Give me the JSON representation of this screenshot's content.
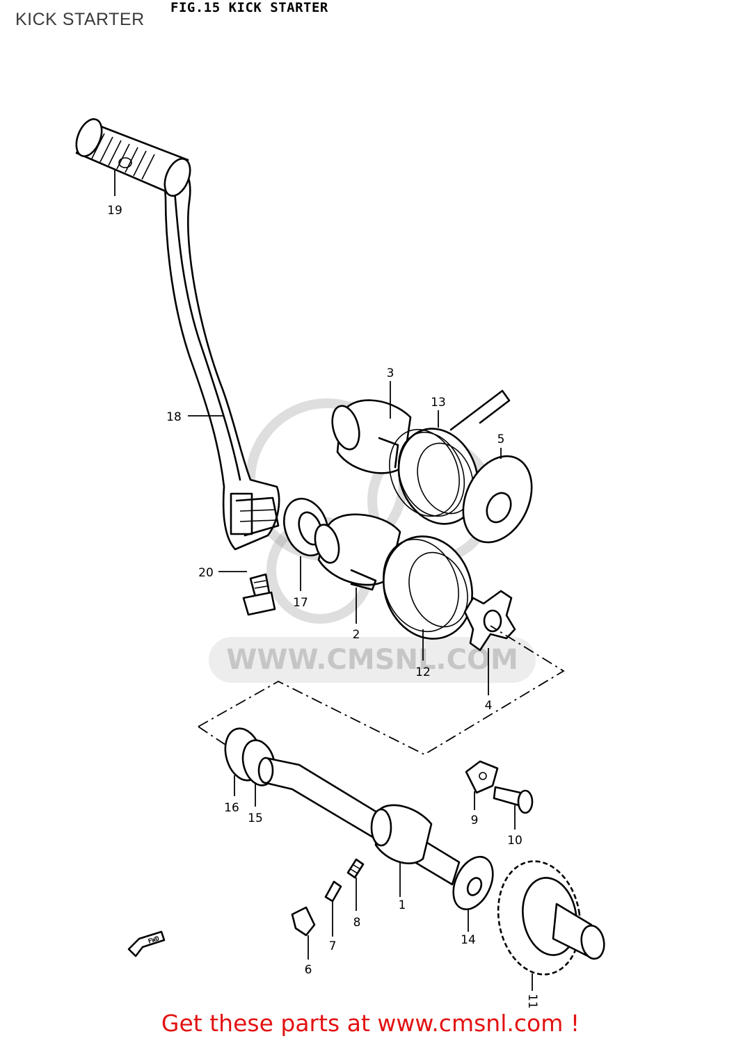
{
  "page_label": "KICK STARTER",
  "figure_title": "FIG.15  KICK STARTER",
  "watermark": "WWW.CMSNL.COM",
  "footer_link": "Get these parts at www.cmsnl.com !",
  "parts": {
    "p1": "1",
    "p2": "2",
    "p3": "3",
    "p4": "4",
    "p5": "5",
    "p6": "6",
    "p7": "7",
    "p8": "8",
    "p9": "9",
    "p10": "10",
    "p11": "11",
    "p12": "12",
    "p13": "13",
    "p14": "14",
    "p15": "15",
    "p16": "16",
    "p17": "17",
    "p18": "18",
    "p19": "19",
    "p20": "20"
  },
  "fwd_mark": "FWD",
  "colors": {
    "footer": "#e31111",
    "line": "#000000"
  }
}
